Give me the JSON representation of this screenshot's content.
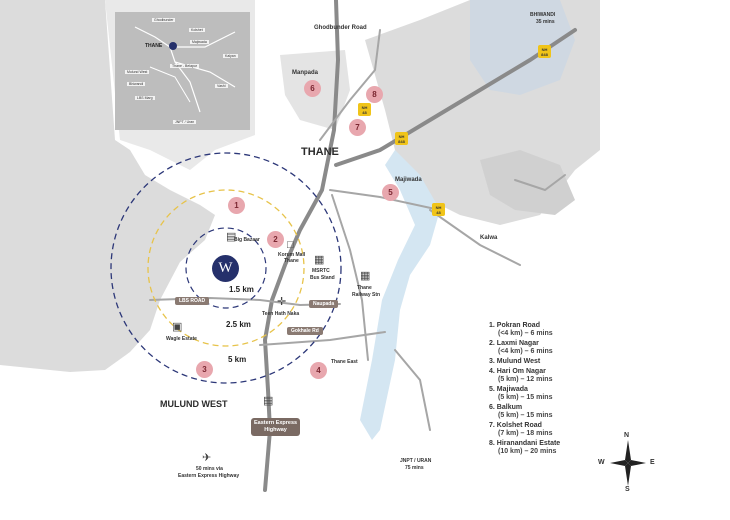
{
  "colors": {
    "land_gray": "#dcdcdc",
    "water_blue": "#d4e6f2",
    "road_gray": "#8a8a8a",
    "marker_pink": "#e8a7ae",
    "marker_text": "#7a2630",
    "highway_shield": "#f0c419",
    "ring_blue": "#2c3778",
    "ring_yellow": "#e7c34a",
    "logo_navy": "#25306b",
    "road_tag": "#8a7a72"
  },
  "labels": {
    "ghodbunder": "Ghodbunder Road",
    "manpada": "Manpada",
    "thane": "THANE",
    "majiwada": "Majiwada",
    "kalwa": "Kalwa",
    "bhiwandi": "BHIWANDI",
    "bhiwandi_time": "35 mins",
    "big_bazaar": "Big Bazaar",
    "korum_mall": "Korum Mall",
    "korum_mall_sub": "Thane",
    "msrtc": "MSRTC",
    "msrtc_sub": "Bus Stand",
    "thane_station": "Thane",
    "thane_station_sub": "Railway Stn",
    "lbs_road": "LBS ROAD",
    "teen_hath_naka": "Teen Hath Naka",
    "naupada": "Naupada",
    "gokhale": "Gokhale Rd",
    "wagle_estate": "Wagle Estate",
    "thane_east": "Thane East",
    "mulund_west": "MULUND WEST",
    "eastern_express_1": "Eastern Express",
    "eastern_express_2": "Highway",
    "jnpt": "JNPT / URAN",
    "jnpt_time": "75 mins",
    "airport_1": "50 mins via",
    "airport_2": "Eastern Express Highway",
    "ring_1": "1.5 km",
    "ring_2": "2.5 km",
    "ring_3": "5 km",
    "logo_letter": "W"
  },
  "shields": [
    {
      "id": "nh48_top",
      "top": "NH",
      "bottom": "848"
    },
    {
      "id": "nh48_mid",
      "top": "NH",
      "bottom": "48"
    },
    {
      "id": "nh848_mid",
      "top": "NH",
      "bottom": "848"
    },
    {
      "id": "nh48_low",
      "top": "NH",
      "bottom": "48"
    }
  ],
  "markers": [
    "1",
    "2",
    "3",
    "4",
    "5",
    "6",
    "7",
    "8"
  ],
  "legend": [
    {
      "num": "1.",
      "name": "Pokran Road",
      "detail": "(<4 km) – 6 mins"
    },
    {
      "num": "2.",
      "name": "Laxmi Nagar",
      "detail": "(<4 km) – 6 mins"
    },
    {
      "num": "3.",
      "name": "Mulund West",
      "detail": ""
    },
    {
      "num": "4.",
      "name": "Hari Om Nagar",
      "detail": "(5 km) – 12 mins"
    },
    {
      "num": "5.",
      "name": "Majiwada",
      "detail": "(5 km) – 15 mins"
    },
    {
      "num": "6.",
      "name": "Balkum",
      "detail": "(5 km) – 15 mins"
    },
    {
      "num": "7.",
      "name": "Kolshet Road",
      "detail": "(7 km) – 18 mins"
    },
    {
      "num": "8.",
      "name": "Hiranandani Estate",
      "detail": "(10 km) – 20 mins"
    }
  ],
  "inset": {
    "thane": "THANE",
    "labels": [
      "Ghodbunder",
      "Kolshet",
      "Majiwada",
      "Mulund West",
      "Thane - Belapur",
      "Kalyan",
      "Vashi",
      "JNPT / Uran",
      "Bhiwandi",
      "LBS Marg"
    ]
  },
  "compass": {
    "n": "N",
    "s": "S",
    "e": "E",
    "w": "W"
  }
}
